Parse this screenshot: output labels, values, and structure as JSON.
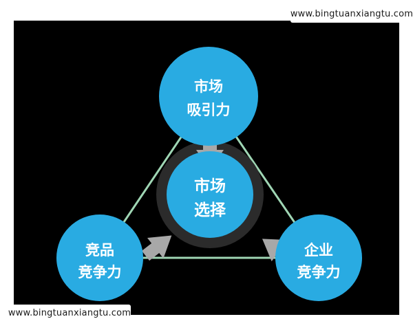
{
  "page": {
    "background": "#ffffff",
    "canvas_color": "#000000"
  },
  "watermarks": [
    {
      "text": "www.bingtuanxiangtu.com",
      "position": "top-right"
    },
    {
      "text": "www.bingtuanxiangtu.com",
      "position": "bottom-left"
    }
  ],
  "diagram": {
    "type": "triangle-relationship",
    "colors": {
      "node_fill": "#29ABE2",
      "center_node_fill": "#29ABE2",
      "center_halo": "#2b2b2b",
      "connector_line": "#9fd6b4",
      "arrow_fill": "#a8a8a8",
      "label_text": "#ffffff",
      "background": "#000000"
    },
    "nodes": [
      {
        "id": "market-attraction",
        "line1": "市场",
        "line2": "吸引力",
        "position": "top"
      },
      {
        "id": "competitor-competitiveness",
        "line1": "竞品",
        "line2": "竞争力",
        "position": "bottom-left"
      },
      {
        "id": "enterprise-competitiveness",
        "line1": "企业",
        "line2": "竞争力",
        "position": "bottom-right"
      },
      {
        "id": "market-selection",
        "line1": "市场",
        "line2": "选择",
        "position": "center"
      }
    ],
    "arrows": [
      {
        "from": "market-attraction",
        "to": "market-selection",
        "direction": "down"
      },
      {
        "from": "competitor-competitiveness",
        "to": "market-selection",
        "direction": "up-right"
      },
      {
        "from": "enterprise-competitiveness",
        "to": "market-selection",
        "direction": "up-left"
      }
    ],
    "connectors": [
      {
        "from": "market-attraction",
        "to": "competitor-competitiveness"
      },
      {
        "from": "market-attraction",
        "to": "enterprise-competitiveness"
      },
      {
        "from": "competitor-competitiveness",
        "to": "enterprise-competitiveness"
      }
    ]
  }
}
